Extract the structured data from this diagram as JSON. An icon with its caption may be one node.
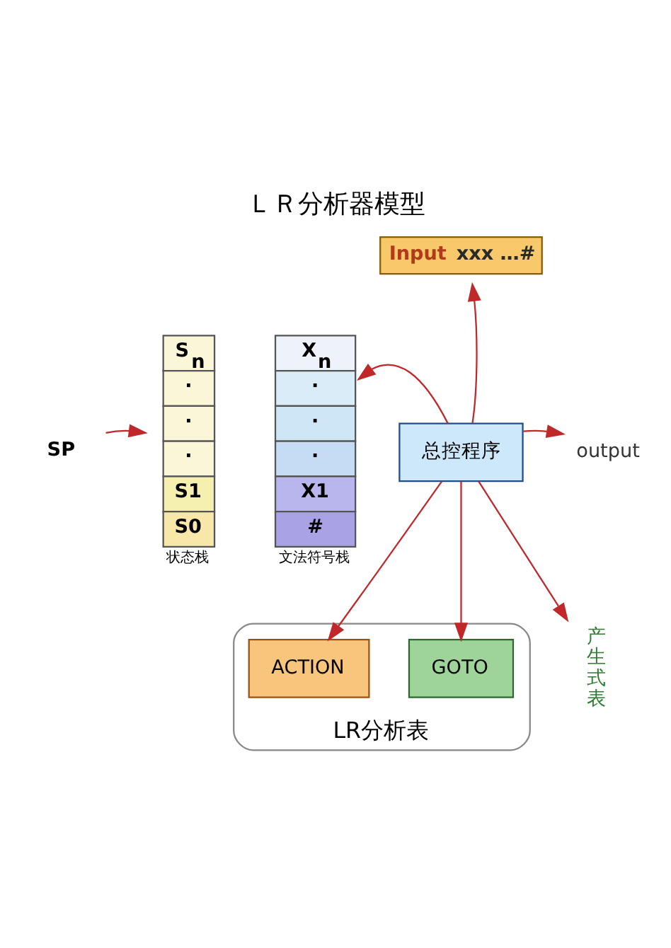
{
  "diagram": {
    "title": "ＬＲ分析器模型",
    "nodes": [
      {
        "text": [
          "SP"
        ]
      },
      {
        "text": [
          "S$_{n}$",
          "·",
          "·",
          "·",
          "S1",
          "S0"
        ],
        "beside": [
          "状态栈"
        ]
      },
      {
        "text": [
          "X$_{n}$",
          "·",
          "·",
          "·",
          "X1",
          "#"
        ],
        "beside": [
          "文法符号栈"
        ]
      },
      {
        "text": [
          "Input",
          "xxx …#"
        ]
      },
      {
        "text": [
          "总控程序"
        ]
      },
      {
        "text": [
          "output"
        ]
      },
      {
        "text": [
          "LR分析表"
        ]
      },
      {
        "text": [
          "ACTION"
        ],
        "in": 6
      },
      {
        "text": [
          "GOTO"
        ],
        "in": 6
      },
      {
        "text": [
          "产生式表"
        ]
      }
    ],
    "edges": [
      {
        "from": 0,
        "to": 1,
        "arrow": "to"
      },
      {
        "from": 4,
        "to": 3,
        "arrow": "to"
      },
      {
        "from": 4,
        "to": 2,
        "arrow": "to"
      },
      {
        "from": 4,
        "to": 5,
        "arrow": "to"
      },
      {
        "from": 4,
        "to": 7,
        "arrow": "to"
      },
      {
        "from": 4,
        "to": 8,
        "arrow": "to"
      },
      {
        "from": 4,
        "to": 9,
        "arrow": "to"
      }
    ]
  }
}
